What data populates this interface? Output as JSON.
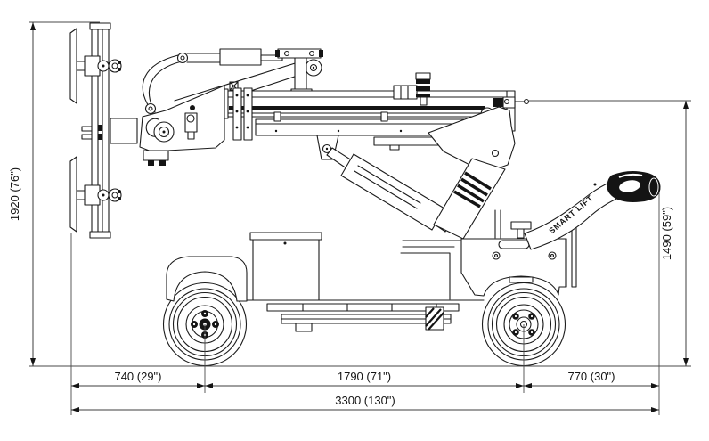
{
  "machine": {
    "brand_label": "SMART LIFT",
    "type": "pick-and-carry vacuum glass lifter, side elevation technical drawing"
  },
  "dimensions": {
    "overall_height_front": {
      "label": "1920 (76\")",
      "mm": 1920,
      "inches": 76
    },
    "handle_height_rear": {
      "label": "1490 (59\")",
      "mm": 1490,
      "inches": 59
    },
    "front_overhang": {
      "label": "740 (29\")",
      "mm": 740,
      "inches": 29
    },
    "wheelbase": {
      "label": "1790 (71\")",
      "mm": 1790,
      "inches": 71
    },
    "rear_overhang": {
      "label": "770 (30\")",
      "mm": 770,
      "inches": 30
    },
    "overall_length": {
      "label": "3300 (130\")",
      "mm": 3300,
      "inches": 130
    }
  }
}
